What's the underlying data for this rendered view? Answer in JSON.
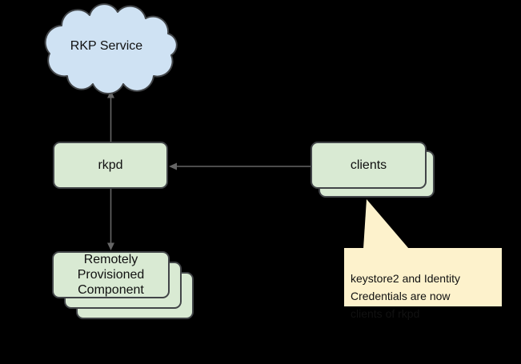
{
  "diagram": {
    "cloud": {
      "label": "RKP Service"
    },
    "rkpd": {
      "label": "rkpd"
    },
    "clients": {
      "label": "clients"
    },
    "component": {
      "label": "Remotely\nProvisioned\nComponent"
    },
    "callout": {
      "text": "keystore2 and Identity\nCredentials are now\nclients of rkpd"
    }
  },
  "colors": {
    "background": "#000000",
    "cloud-fill": "#cfe2f3",
    "node-fill": "#d9ead3",
    "node-border": "#424548",
    "callout-fill": "#fdf2cc",
    "connector": "#666666",
    "text": "#111111"
  }
}
